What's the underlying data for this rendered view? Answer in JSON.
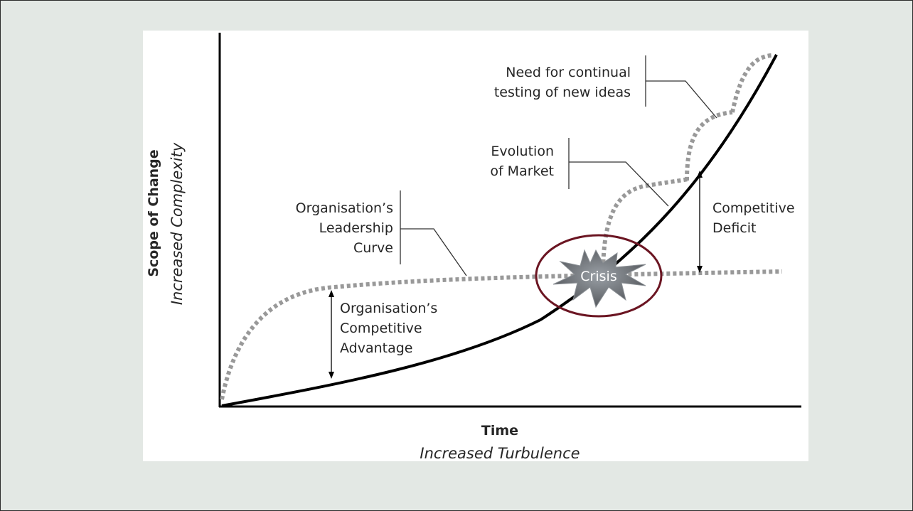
{
  "axes": {
    "x_title": "Time",
    "x_subtitle": "Increased Turbulence",
    "y_title": "Scope of Change",
    "y_subtitle": "Increased Complexity"
  },
  "annotations": {
    "testing": [
      "Need for continual",
      "testing of new ideas"
    ],
    "market": [
      "Evolution",
      "of Market"
    ],
    "leadership": [
      "Organisation’s",
      "Leadership",
      "Curve"
    ],
    "advantage": [
      "Organisation’s",
      "Competitive",
      "Advantage"
    ],
    "deficit": [
      "Competitive",
      "Deficit"
    ],
    "crisis": "Crisis"
  },
  "colors": {
    "background": "#e3e8e4",
    "panel": "#ffffff",
    "market_curve": "#000000",
    "leadership_curve": "#999999",
    "crisis_ellipse": "#6b1522"
  }
}
